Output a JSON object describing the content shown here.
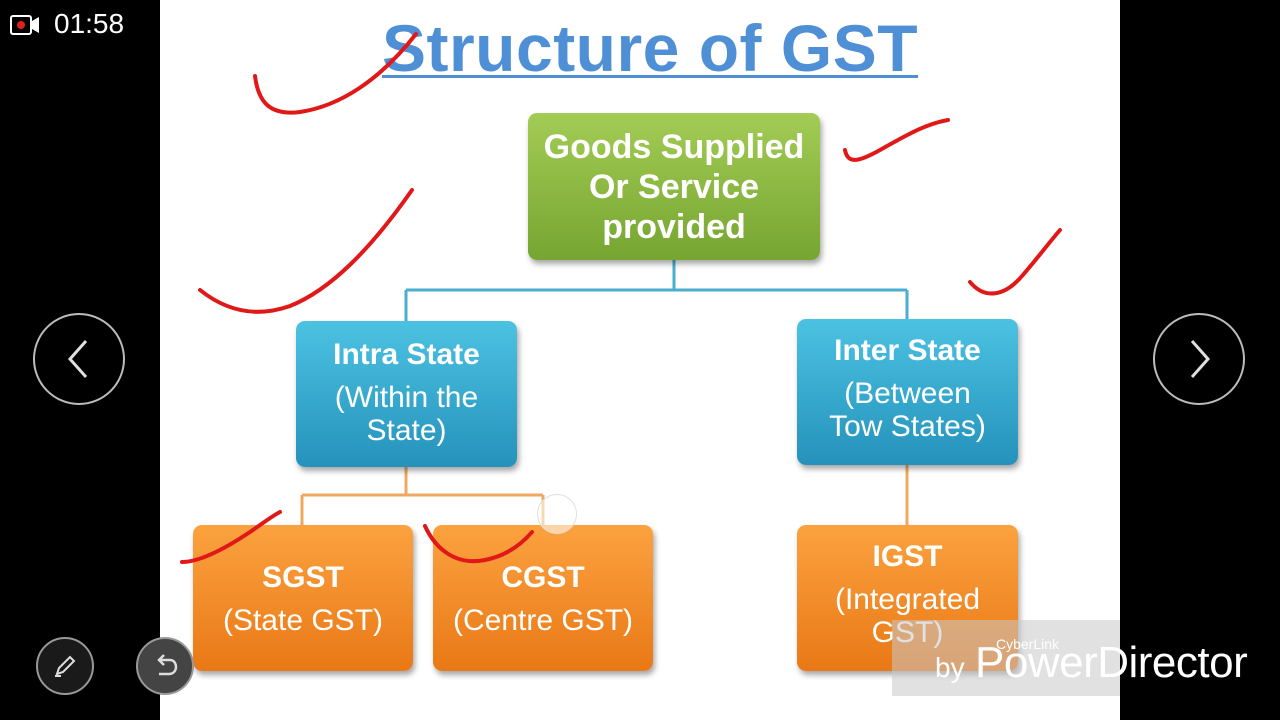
{
  "status_bar": {
    "time": "01:58",
    "record_icon": "video-record-icon"
  },
  "slide": {
    "title": "Structure of GST",
    "root": {
      "lines": [
        "Goods Supplied",
        "Or Service",
        "provided"
      ]
    },
    "intra": {
      "title": "Intra State",
      "sub_lines": [
        "(Within the",
        "State)"
      ]
    },
    "inter": {
      "title": "Inter State",
      "sub_lines": [
        "(Between",
        "Tow States)"
      ]
    },
    "sgst": {
      "title": "SGST",
      "sub": "(State GST)"
    },
    "cgst": {
      "title": "CGST",
      "sub": "(Centre GST)"
    },
    "igst": {
      "title": "IGST",
      "sub_lines": [
        "(Integrated",
        "GST)"
      ]
    }
  },
  "controls": {
    "prev_icon": "chevron-left-icon",
    "next_icon": "chevron-right-icon",
    "pen_icon": "pen-icon",
    "undo_icon": "undo-icon"
  },
  "watermark": {
    "small": "CyberLink",
    "by": "by",
    "brand": "PowerDirector"
  },
  "colors": {
    "title": "#4f8fd6",
    "green_box": "#8cb840",
    "blue_box": "#36aad0",
    "orange_box": "#f28b28",
    "annotation_ink": "#e01818"
  }
}
